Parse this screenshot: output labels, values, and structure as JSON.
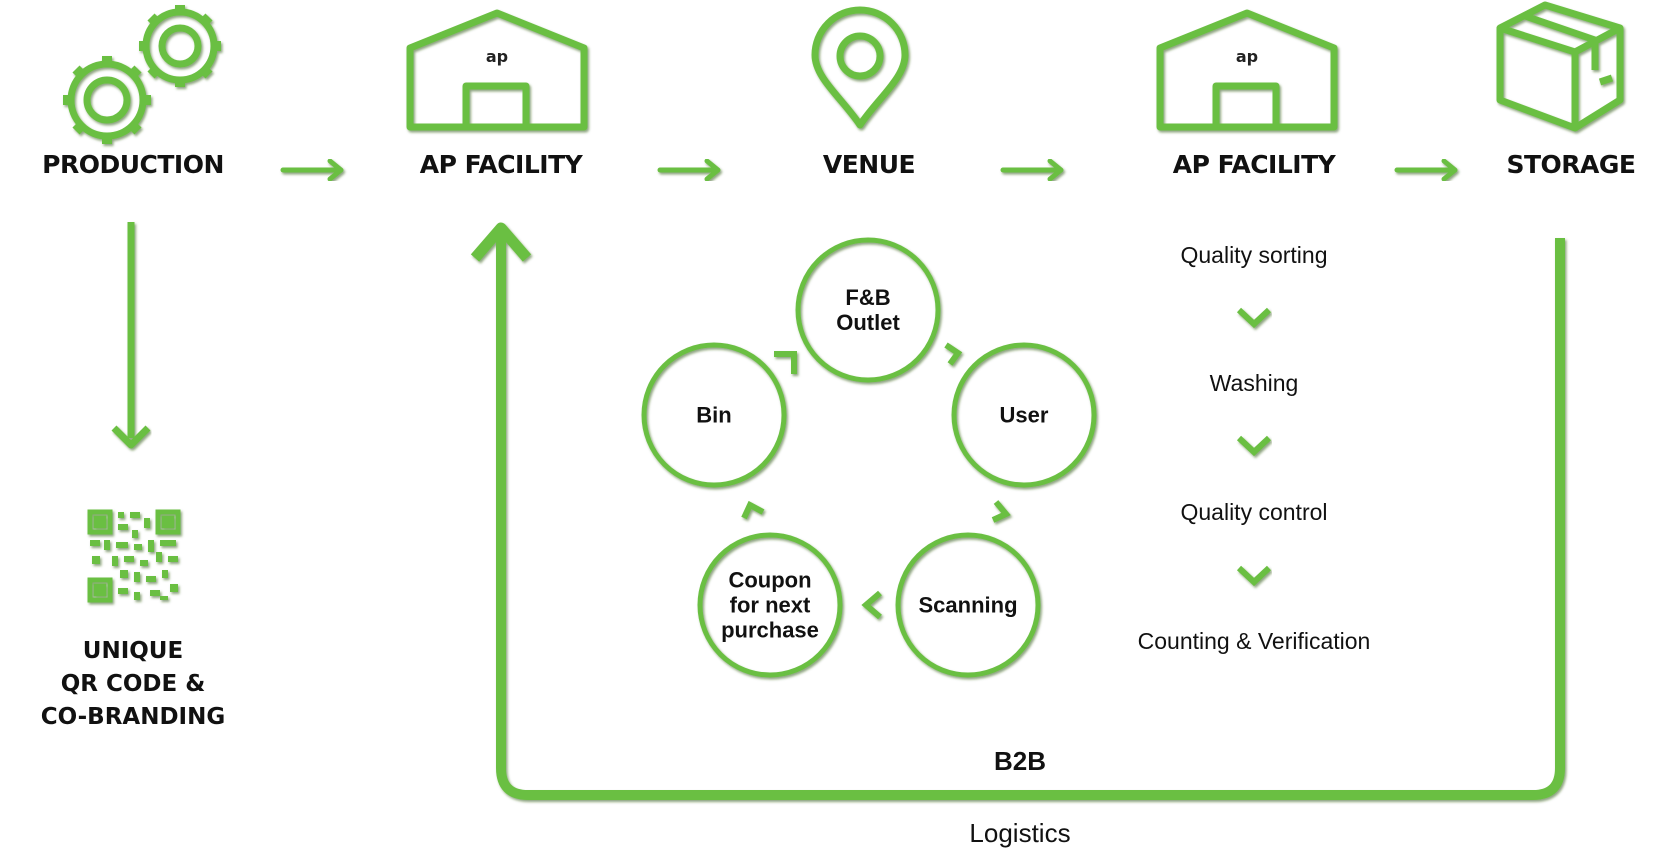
{
  "colors": {
    "accent": "#6bbf43",
    "accent_dark": "#3f7f24",
    "text": "#111111"
  },
  "stages": [
    {
      "label": "PRODUCTION",
      "icon": "gears-icon"
    },
    {
      "label": "AP FACILITY",
      "icon": "warehouse-icon"
    },
    {
      "label": "VENUE",
      "icon": "location-pin-icon"
    },
    {
      "label": "AP FACILITY",
      "icon": "warehouse-icon"
    },
    {
      "label": "STORAGE",
      "icon": "box-icon"
    }
  ],
  "warehouse_logo": "ap",
  "qr": {
    "icon": "qr-code-icon",
    "label": "UNIQUE\nQR CODE &\nCO-BRANDING"
  },
  "cycle": [
    "F&B\nOutlet",
    "User",
    "Scanning",
    "Coupon\nfor next\npurchase",
    "Bin"
  ],
  "facility_steps": [
    "Quality sorting",
    "Washing",
    "Quality control",
    "Counting & Verification"
  ],
  "return_loop": {
    "label": "B2B",
    "sublabel": "Logistics"
  }
}
